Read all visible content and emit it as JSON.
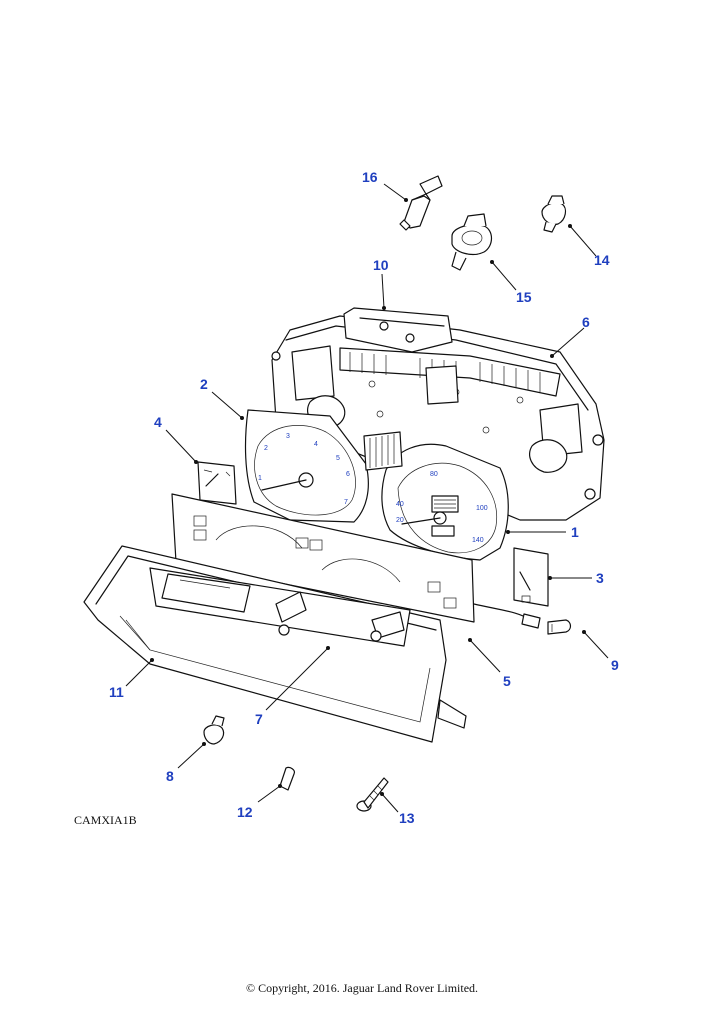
{
  "diagram": {
    "drawing_code": "CAMXIA1B",
    "copyright": "© Copyright, 2016. Jaguar Land Rover Limited.",
    "callouts": [
      {
        "number": "1"
      },
      {
        "number": "2"
      },
      {
        "number": "3"
      },
      {
        "number": "4"
      },
      {
        "number": "5"
      },
      {
        "number": "6"
      },
      {
        "number": "7"
      },
      {
        "number": "8"
      },
      {
        "number": "9"
      },
      {
        "number": "10"
      },
      {
        "number": "11"
      },
      {
        "number": "12"
      },
      {
        "number": "13"
      },
      {
        "number": "14"
      },
      {
        "number": "15"
      },
      {
        "number": "16"
      }
    ],
    "tachometer_scale": [
      "1",
      "2",
      "3",
      "4",
      "5",
      "6",
      "7"
    ],
    "speedometer_scale": [
      "20",
      "40",
      "80",
      "100",
      "140"
    ],
    "colors": {
      "callout": "#1f3fbf",
      "line": "#111111"
    }
  }
}
